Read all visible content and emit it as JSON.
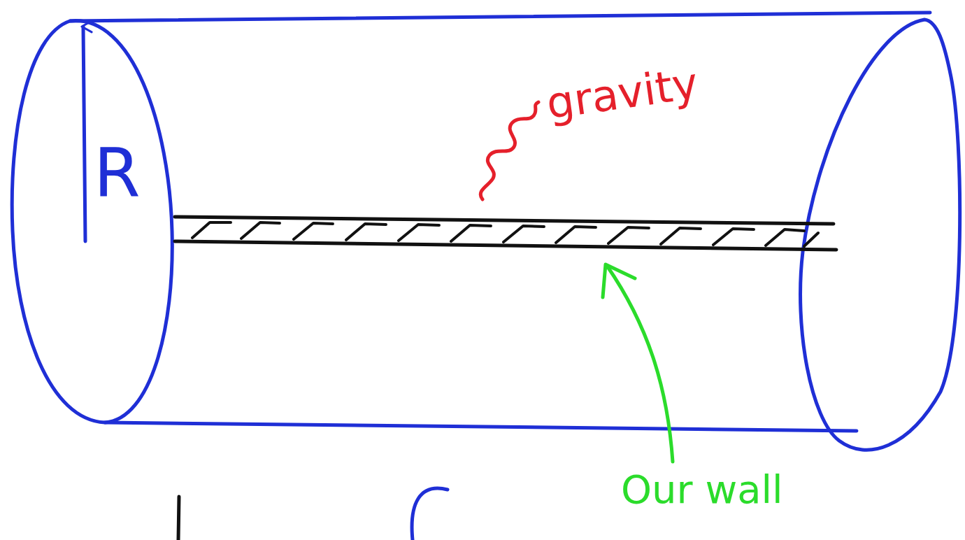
{
  "diagram": {
    "labels": [
      "R",
      "gravity",
      "Our wall"
    ]
  }
}
